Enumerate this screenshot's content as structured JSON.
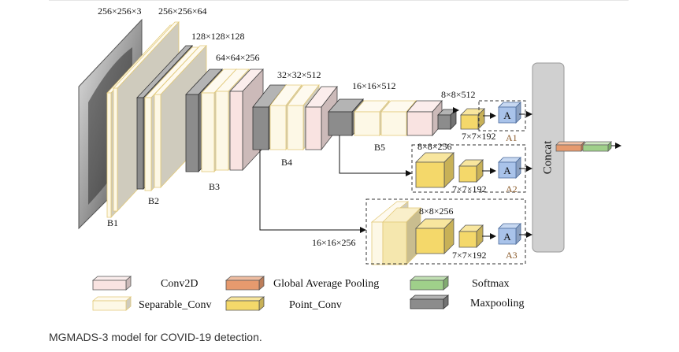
{
  "colors": {
    "conv2d": "#f9e3e1",
    "separable_conv": "#fdf8e6",
    "separable_edge": "#e2c978",
    "point_conv": "#f4d86a",
    "gap": "#e69a6e",
    "softmax": "#9fd08a",
    "maxpool": "#8c8c8c",
    "attention": "#a9c3ea",
    "concat": "#d0d0d0",
    "input": "#c8c8c8"
  },
  "icons": [
    "ct-scan-image",
    "arrow-icon"
  ],
  "dims": {
    "input": "256×256×3",
    "b1_out": "256×256×64",
    "b2_out": "128×128×128",
    "b3_out": "64×64×256",
    "b4_out": "32×32×512",
    "b5_out": "16×16×512",
    "pool_out": "8×8×512",
    "a1_point": "7×7×192",
    "a2_branch": "8×8×256",
    "a2_point": "7×7×192",
    "a3_in": "16×16×256",
    "a3_branch": "8×8×256",
    "a3_point": "7×7×192"
  },
  "blocks": {
    "b1": "B1",
    "b2": "B2",
    "b3": "B3",
    "b4": "B4",
    "b5": "B5"
  },
  "attention": {
    "glyph": "A",
    "a1": "A1",
    "a2": "A2",
    "a3": "A3"
  },
  "concat_label": "Concat",
  "legend": {
    "conv2d": "Conv2D",
    "separable_conv": "Separable_Conv",
    "gap": "Global Average Pooling",
    "point_conv": "Point_Conv",
    "softmax": "Softmax",
    "maxpool": "Maxpooling"
  },
  "caption": "MGMADS-3 model for COVID-19 detection."
}
